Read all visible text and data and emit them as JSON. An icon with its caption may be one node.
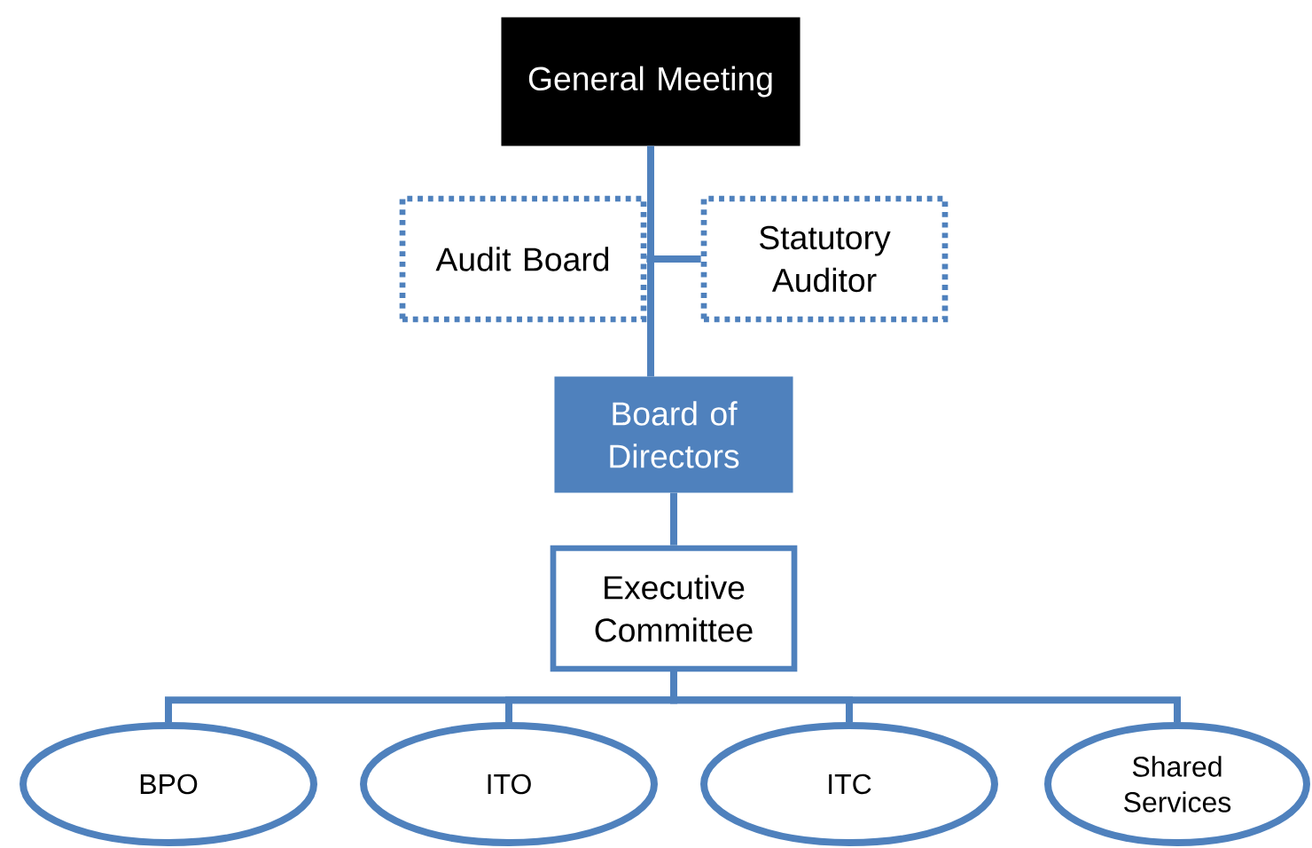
{
  "diagram": {
    "nodes": [
      {
        "text": [
          "General Meeting"
        ]
      },
      {
        "text": [
          "Audit Board"
        ]
      },
      {
        "text": [
          "Statutory Auditor"
        ]
      },
      {
        "text": [
          "Board of Directors"
        ]
      },
      {
        "text": [
          "Executive Committee"
        ]
      },
      {
        "text": [
          "BPO"
        ]
      },
      {
        "text": [
          "ITO"
        ]
      },
      {
        "text": [
          "ITC"
        ]
      },
      {
        "text": [
          "Shared Services"
        ]
      }
    ],
    "edges": [
      {
        "from": 0,
        "to": 3,
        "arrow": "none"
      },
      {
        "from": 1,
        "to": 2,
        "arrow": "none"
      },
      {
        "from": 3,
        "to": 4,
        "arrow": "none"
      },
      {
        "from": 4,
        "to": 5,
        "arrow": "none"
      },
      {
        "from": 4,
        "to": 6,
        "arrow": "none"
      },
      {
        "from": 4,
        "to": 7,
        "arrow": "none"
      },
      {
        "from": 4,
        "to": 8,
        "arrow": "none"
      }
    ]
  }
}
